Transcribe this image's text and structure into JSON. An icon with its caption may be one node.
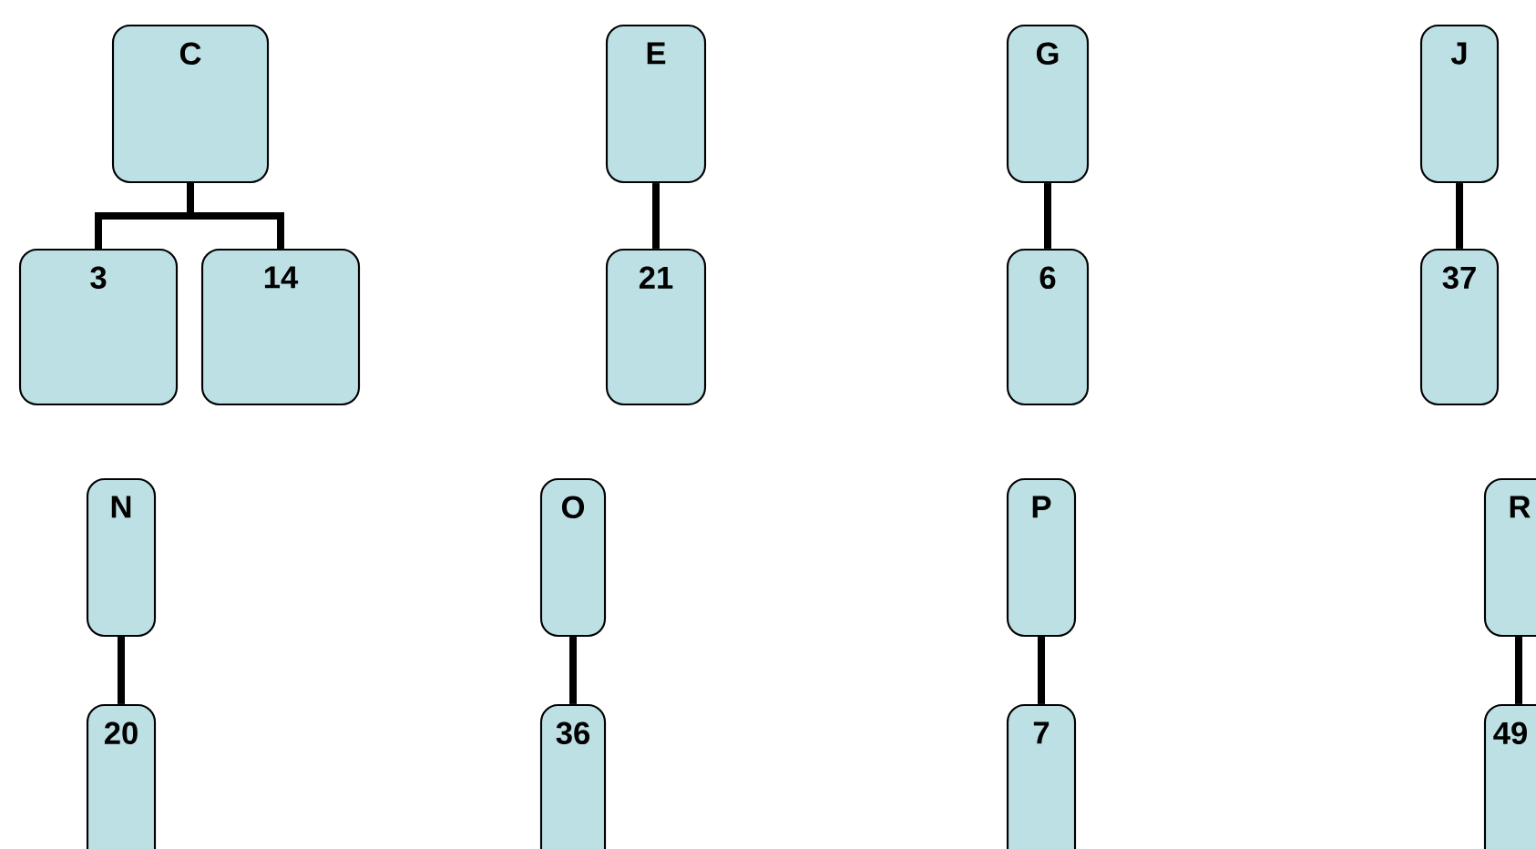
{
  "diagram": {
    "nodes": [
      {
        "text": [
          "C"
        ]
      },
      {
        "text": [
          "3"
        ]
      },
      {
        "text": [
          "14"
        ]
      },
      {
        "text": [
          "E"
        ]
      },
      {
        "text": [
          "21"
        ]
      },
      {
        "text": [
          "G"
        ]
      },
      {
        "text": [
          "6"
        ]
      },
      {
        "text": [
          "J"
        ]
      },
      {
        "text": [
          "37"
        ]
      },
      {
        "text": [
          "N"
        ]
      },
      {
        "text": [
          "20"
        ]
      },
      {
        "text": [
          "O"
        ]
      },
      {
        "text": [
          "36"
        ]
      },
      {
        "text": [
          "P"
        ]
      },
      {
        "text": [
          "7"
        ]
      },
      {
        "text": [
          "R"
        ]
      },
      {
        "text": [
          "49"
        ]
      }
    ],
    "edges": [
      {
        "from": 0,
        "to": 1,
        "arrow": "none"
      },
      {
        "from": 0,
        "to": 2,
        "arrow": "none"
      },
      {
        "from": 3,
        "to": 4,
        "arrow": "none"
      },
      {
        "from": 5,
        "to": 6,
        "arrow": "none"
      },
      {
        "from": 7,
        "to": 8,
        "arrow": "none"
      },
      {
        "from": 9,
        "to": 10,
        "arrow": "none"
      },
      {
        "from": 11,
        "to": 12,
        "arrow": "none"
      },
      {
        "from": 13,
        "to": 14,
        "arrow": "none"
      },
      {
        "from": 15,
        "to": 16,
        "arrow": "none"
      }
    ]
  }
}
